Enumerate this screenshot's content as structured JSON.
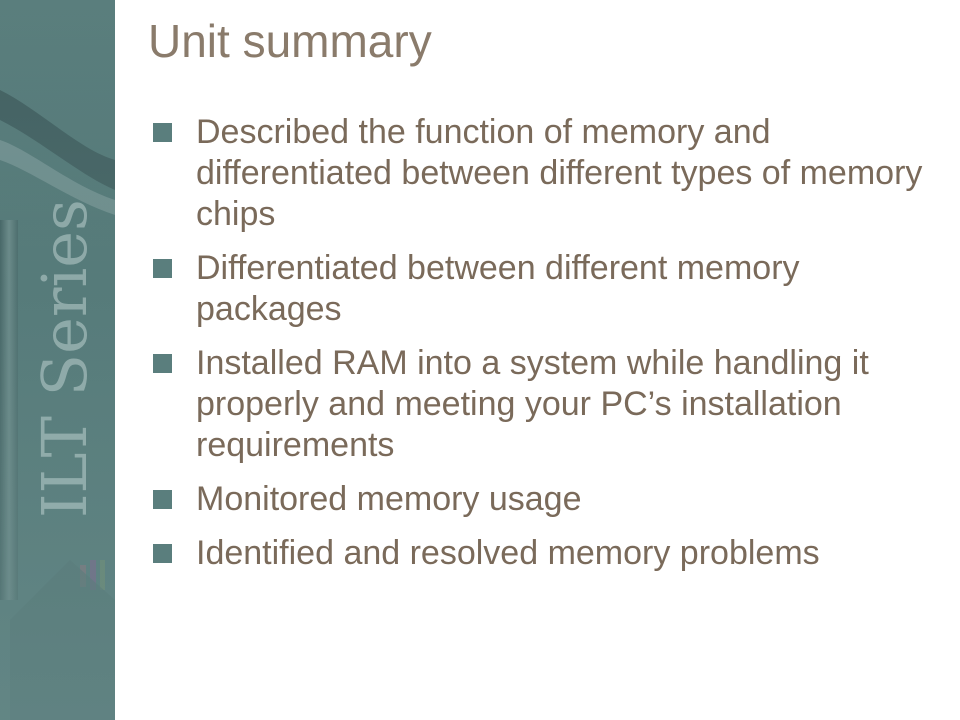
{
  "slide": {
    "title": "Unit summary",
    "bullets": [
      "Described the function of memory and differentiated between different types of memory chips",
      "Differentiated between different memory packages",
      "Installed RAM into a system while handling it properly and meeting your PC’s installation requirements",
      "Monitored memory usage",
      "Identified and resolved memory problems"
    ]
  },
  "branding": {
    "series_logo": "ILT Series™"
  },
  "colors": {
    "sidebar": "#527978",
    "title_text": "#8a7b6b",
    "body_text": "#7a6a5a",
    "bullet": "#5a7e7d"
  }
}
